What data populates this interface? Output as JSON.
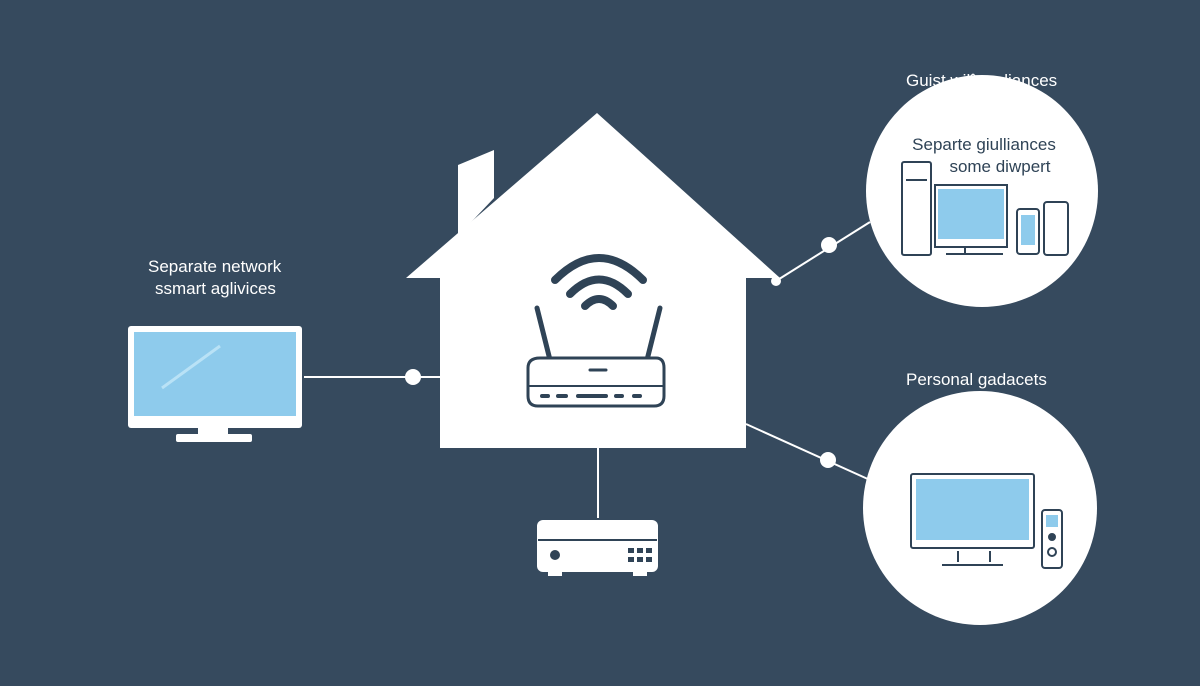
{
  "colors": {
    "background": "#364a5e",
    "house": "#ffffff",
    "outline": "#2f4356",
    "screen": "#8ecbec",
    "connector": "#ffffff"
  },
  "labels": {
    "left": [
      "Separate network",
      "ssmart aglivices"
    ],
    "top_right_title": "Guist wilˆappliances",
    "top_right_inner": [
      "Separte giulliances",
      "some diwpert"
    ],
    "bottom_right_title": "Personal gadacets"
  },
  "icons": {
    "router": "wifi-router-icon",
    "left_device": "monitor-icon",
    "bottom_device": "set-top-box-icon",
    "guest_group": [
      "tower-pc-icon",
      "desktop-monitor-icon",
      "smartphone-icon",
      "tablet-icon"
    ],
    "personal_group": [
      "desktop-monitor-icon",
      "remote-control-icon"
    ]
  }
}
